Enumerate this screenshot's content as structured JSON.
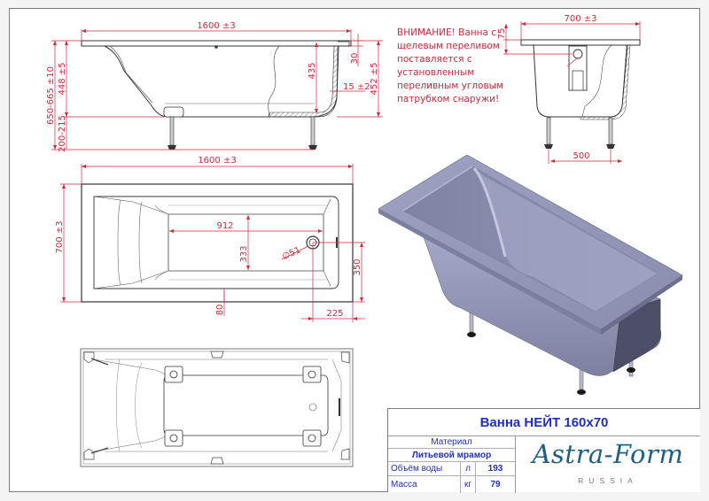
{
  "sheet": {
    "frame_color": "#7a7a7a",
    "dimension_color": "#d0273a"
  },
  "side_view": {
    "length_dim": "1600 ±3",
    "total_height_dim": "650-665 ±10",
    "bowl_height_dim": "448 ±5",
    "leg_height_dim": "200-215",
    "inner_depth_dim": "435",
    "rim_dim": "30",
    "wall_dim": "15 ±2",
    "outer_height_dim": "452 ±5"
  },
  "end_view": {
    "width_dim": "700 ±3",
    "overflow_dim": "75",
    "leg_spacing_dim": "500"
  },
  "warning_note": {
    "lines": [
      "ВНИМАНИЕ! Ванна с",
      "щелевым переливом",
      "поставляется с",
      "установленным",
      "переливным угловым",
      "патрубком снаружи!"
    ]
  },
  "top_view": {
    "length_dim": "1600 ±3",
    "width_dim": "700 ±3",
    "bottom_length_dim": "912",
    "bottom_width_dim": "333",
    "drain_diameter_dim": "∅51",
    "drain_offset_y_dim": "350",
    "drain_offset_x_dim": "225",
    "rim_width_dim": "80"
  },
  "title_block": {
    "title": "Ванна НЕЙТ 160х70",
    "material_label": "Материал",
    "material_value": "Литьевой мрамор",
    "rows": [
      {
        "label": "Объём воды",
        "unit": "л",
        "value": "193"
      },
      {
        "label": "Масса",
        "unit": "кг",
        "value": "79"
      }
    ],
    "logo": {
      "brand": "Astra-Form",
      "sub": "RUSSIA",
      "color": "#1e5f84"
    }
  }
}
